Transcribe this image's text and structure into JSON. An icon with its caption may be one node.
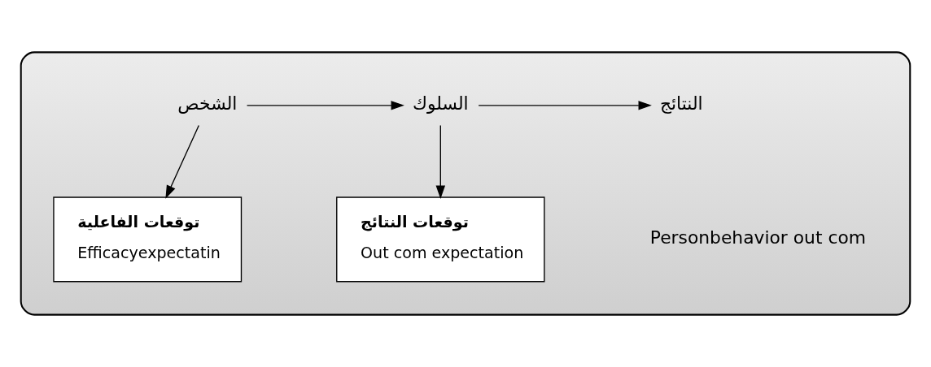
{
  "diagram": {
    "nodes": [
      {
        "text": [],
        "shape": "box"
      },
      {
        "text": [
          "الشخص"
        ],
        "in": 0
      },
      {
        "text": [
          "السلوك"
        ],
        "in": 0
      },
      {
        "text": [
          "النتائج"
        ],
        "in": 0
      },
      {
        "text": [
          "توقعات الفاعلية",
          "Efficacyexpectatin"
        ],
        "in": 0
      },
      {
        "text": [
          "توقعات النتائج",
          "Out com expectation"
        ],
        "in": 0
      }
    ],
    "edges": [
      {
        "from": 1,
        "to": 2,
        "arrow": "to"
      },
      {
        "from": 2,
        "to": 3,
        "arrow": "to"
      },
      {
        "from": 1,
        "to": 4,
        "arrow": "to"
      },
      {
        "from": 2,
        "to": 5,
        "arrow": "to"
      }
    ],
    "labels": [
      "Personbehavior out com"
    ]
  }
}
